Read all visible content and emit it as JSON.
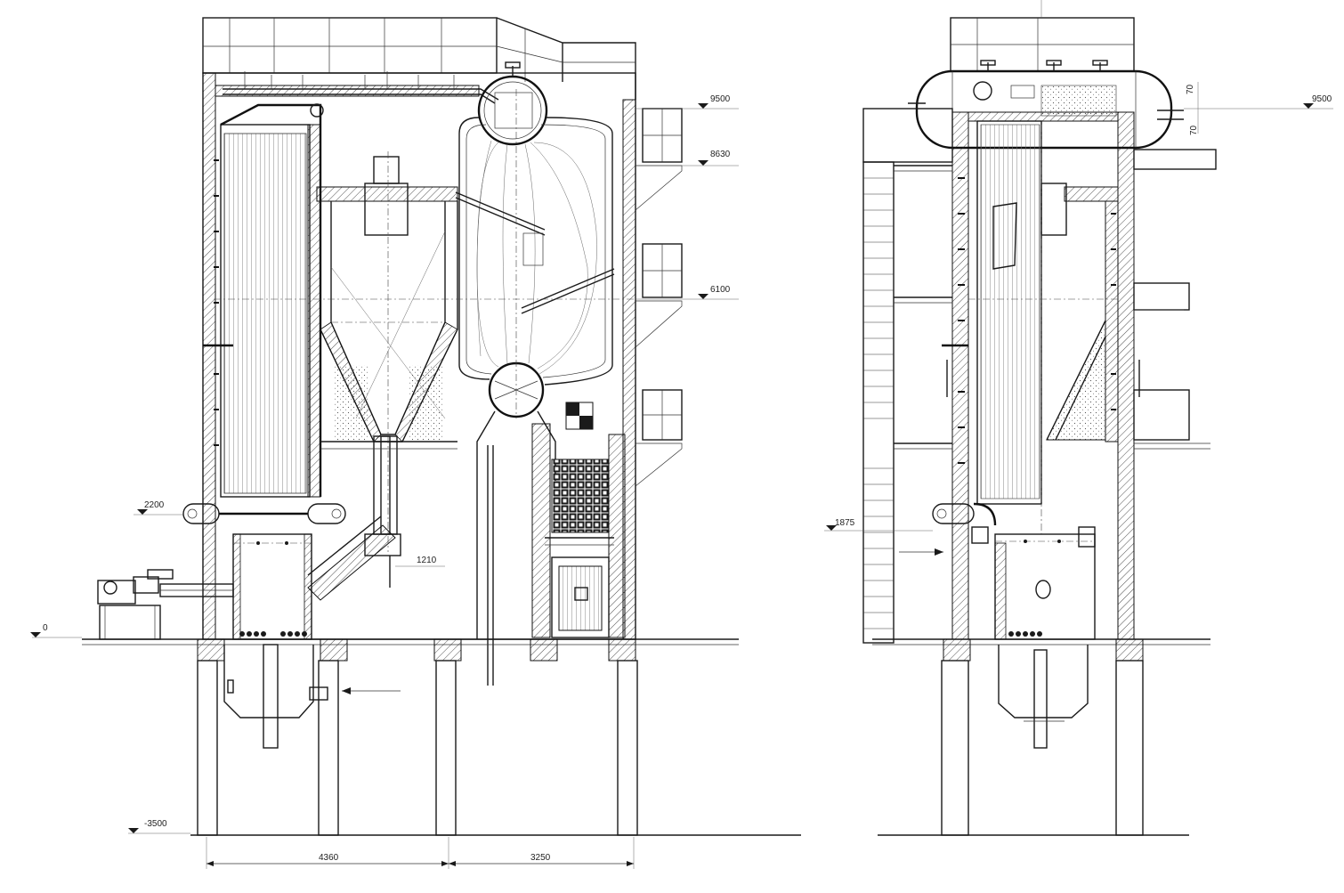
{
  "drawing": {
    "left_view": {
      "elevations": [
        "9500",
        "8630",
        "6100",
        "2200",
        "0",
        "-3500"
      ],
      "local_label": "1210",
      "dimensions": [
        "4360",
        "3250"
      ]
    },
    "right_view": {
      "elevations": [
        "9500",
        "1875"
      ],
      "small_dims": [
        "70",
        "70"
      ]
    }
  }
}
